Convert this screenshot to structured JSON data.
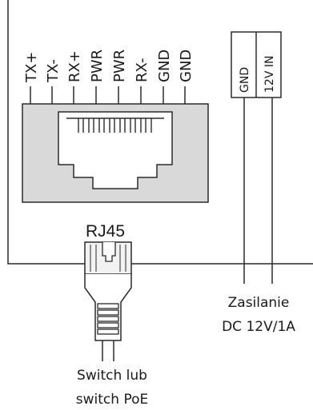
{
  "pin_labels": [
    "TX+",
    "TX-",
    "RX+",
    "PWR",
    "PWR",
    "RX-",
    "GND",
    "GND"
  ],
  "terminal_labels": [
    "GND",
    "12V IN"
  ],
  "connector_label": "RJ45",
  "power_caption": {
    "line1": "Zasilanie",
    "line2": "DC 12V/1A"
  },
  "switch_caption": {
    "line1": "Switch lub",
    "line2": "switch PoE"
  },
  "colors": {
    "line": "#2a2a2a",
    "fill": "#d9d9d9",
    "connector_fill": "#f2f2f2",
    "background": "#ffffff"
  }
}
